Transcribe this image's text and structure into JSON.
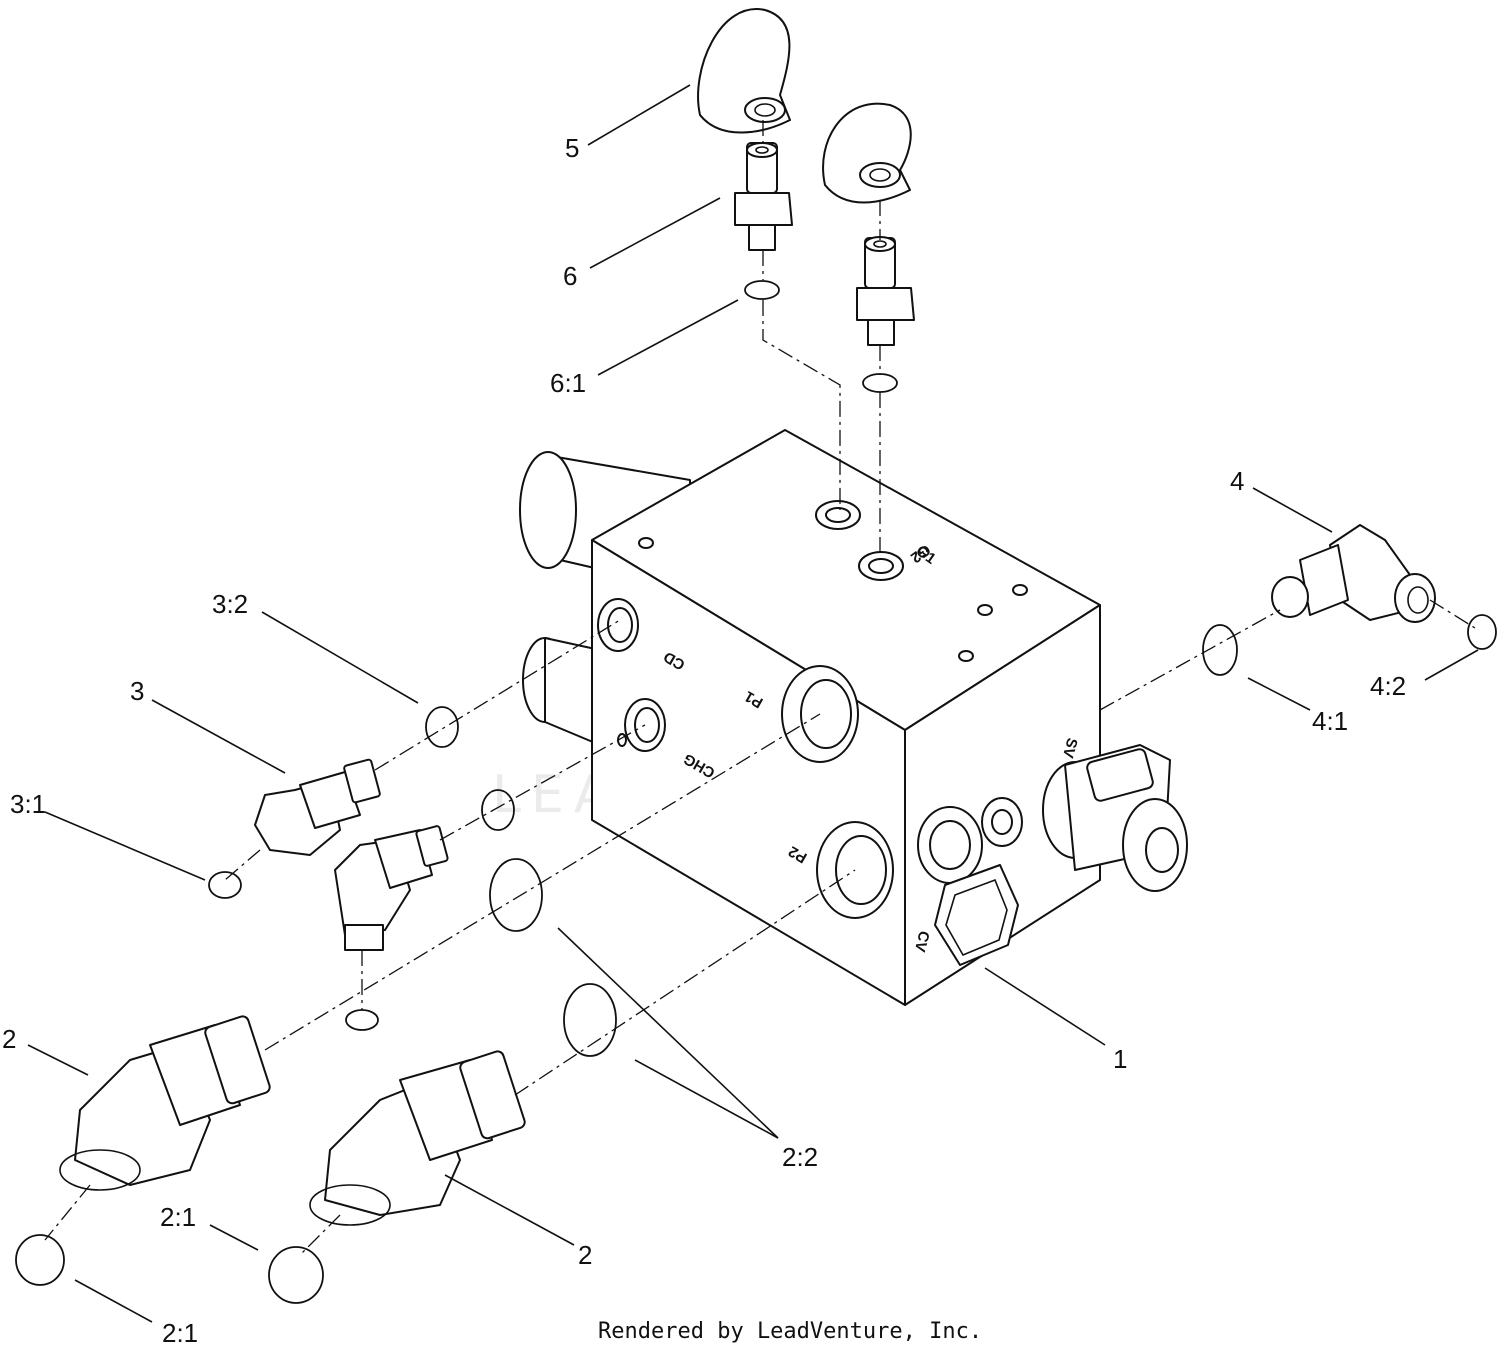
{
  "callouts": {
    "c1": "1",
    "c2a": "2",
    "c2b": "2",
    "c2_1a": "2:1",
    "c2_1b": "2:1",
    "c2_2": "2:2",
    "c3": "3",
    "c3_1": "3:1",
    "c3_2": "3:2",
    "c4": "4",
    "c4_1": "4:1",
    "c4_2": "4:2",
    "c5": "5",
    "c6": "6",
    "c6_1": "6:1"
  },
  "ports": {
    "g1": "G1",
    "g2": "G2",
    "cd": "CD",
    "p1": "P1",
    "chg": "CHG",
    "p2": "P2",
    "sv": "SV",
    "cv": "CV"
  },
  "watermark": "LEADVENTURE",
  "credit": "Rendered by LeadVenture, Inc.",
  "icons": {
    "watermark_logo": "leadventure-flame-logo"
  }
}
